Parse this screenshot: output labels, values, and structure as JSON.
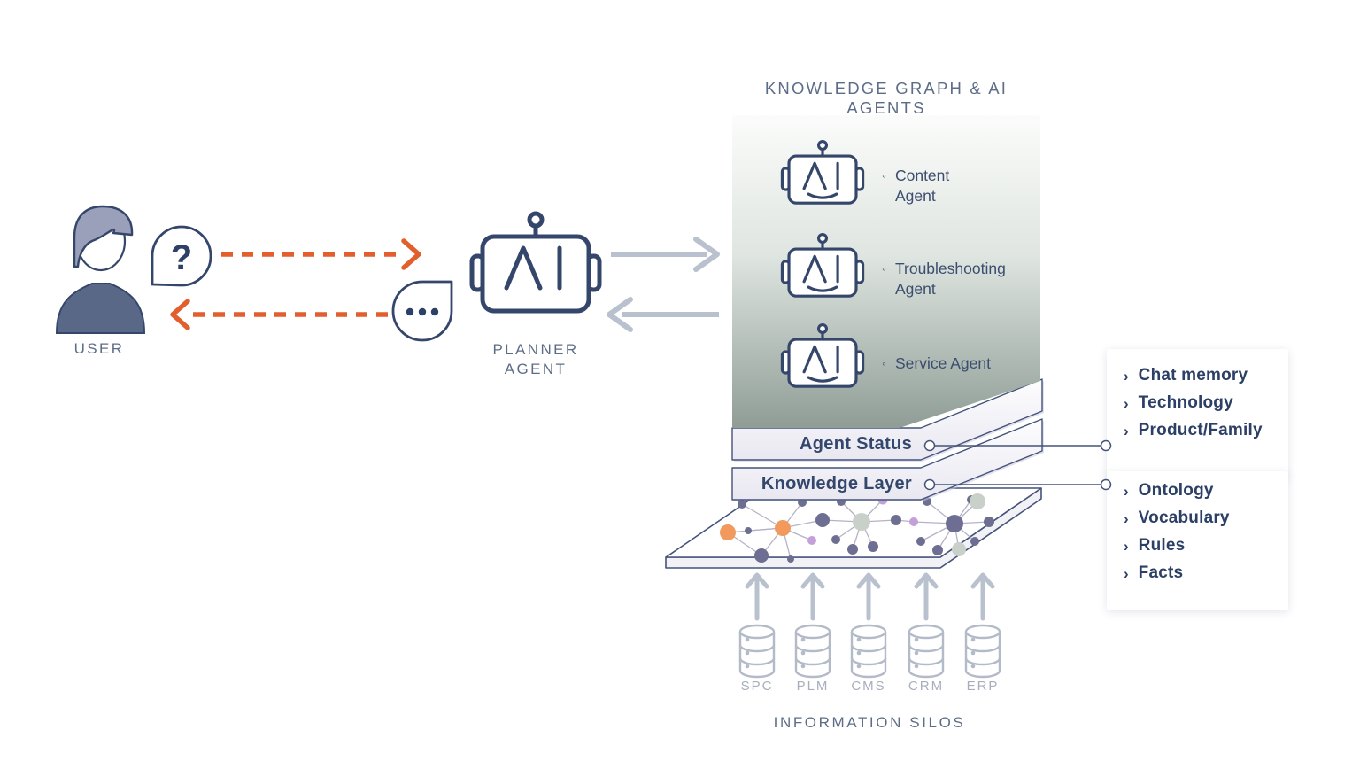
{
  "diagram_title": "KNOWLEDGE GRAPH & AI AGENTS",
  "user": {
    "label": "USER",
    "question_bubble": "?"
  },
  "planner": {
    "line1": "PLANNER",
    "line2": "AGENT"
  },
  "agents": {
    "bullet_char": "◦",
    "items": [
      {
        "label": "Content\nAgent"
      },
      {
        "label": "Troubleshooting\nAgent"
      },
      {
        "label": "Service Agent"
      }
    ]
  },
  "layers": {
    "agent_status": "Agent Status",
    "knowledge_layer": "Knowledge Layer"
  },
  "cards": {
    "bullet_char": "›",
    "agent_status_items": [
      "Chat memory",
      "Technology",
      "Product/Family"
    ],
    "knowledge_items": [
      "Ontology",
      "Vocabulary",
      "Rules",
      "Facts"
    ]
  },
  "silos": {
    "labels": [
      "SPC",
      "PLM",
      "CMS",
      "CRM",
      "ERP"
    ],
    "caption": "INFORMATION SILOS"
  },
  "colors": {
    "navy_outline": "#35466b",
    "navy_text": "#2c4066",
    "gray_label": "#5e6d87",
    "light_gray_label": "#a7aebe",
    "orange_accent": "#e25f2d",
    "gray_arrow": "#b9c1cf",
    "panel_gradient_top": "#fbfcfb",
    "panel_gradient_bottom": "#8f9d96",
    "node_orange": "#f2995e",
    "node_slate": "#6e6d92",
    "node_sage": "#c9d0c9",
    "node_lavender": "#c4a0d8"
  }
}
